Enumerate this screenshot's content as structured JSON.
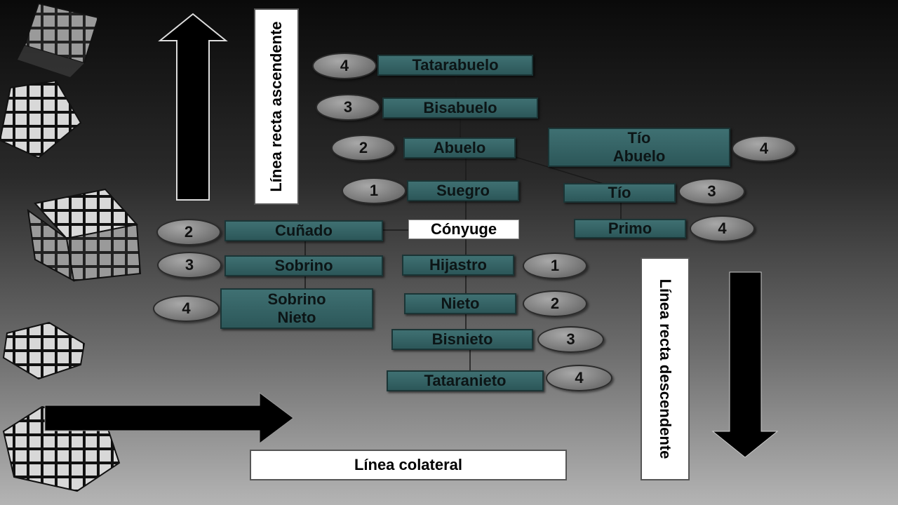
{
  "axes": {
    "ascendente": "Línea recta ascendente",
    "descendente": "Línea recta descendente",
    "colateral": "Línea colateral"
  },
  "nodes": {
    "tatarabuelo": {
      "label": "Tatarabuelo",
      "degree": "4"
    },
    "bisabuelo": {
      "label": "Bisabuelo",
      "degree": "3"
    },
    "abuelo": {
      "label": "Abuelo",
      "degree": "2"
    },
    "suegro": {
      "label": "Suegro",
      "degree": "1"
    },
    "conyuge": {
      "label": "Cónyuge"
    },
    "hijastro": {
      "label": "Hijastro",
      "degree": "1"
    },
    "nieto": {
      "label": "Nieto",
      "degree": "2"
    },
    "bisnieto": {
      "label": "Bisnieto",
      "degree": "3"
    },
    "tataranieto": {
      "label": "Tataranieto",
      "degree": "4"
    },
    "cunado": {
      "label": "Cuñado",
      "degree": "2"
    },
    "sobrino": {
      "label": "Sobrino",
      "degree": "3"
    },
    "sobrino_nieto": {
      "label": "Sobrino\nNieto",
      "degree": "4"
    },
    "tio_abuelo": {
      "label": "Tío\nAbuelo",
      "degree": "4"
    },
    "tio": {
      "label": "Tío",
      "degree": "3"
    },
    "primo": {
      "label": "Primo",
      "degree": "4"
    }
  },
  "colors": {
    "box": "#346163",
    "pill": "#8a8a8a",
    "arrow": "#000000"
  }
}
